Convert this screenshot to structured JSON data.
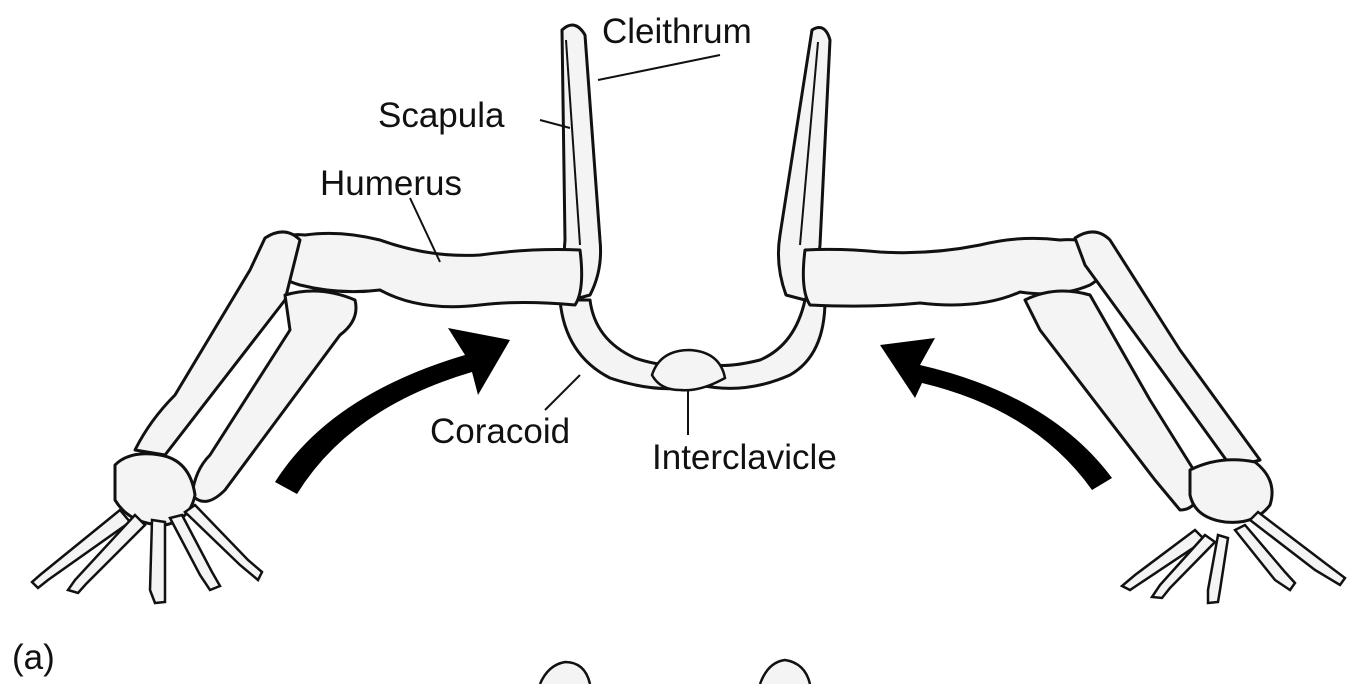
{
  "figure": {
    "panel_label": "(a)",
    "labels": {
      "cleithrum": "Cleithrum",
      "scapula": "Scapula",
      "humerus": "Humerus",
      "coracoid": "Coracoid",
      "interclavicle": "Interclavicle"
    },
    "colors": {
      "ink": "#111111",
      "bone_fill": "#f4f4f4",
      "arrow": "#000000",
      "background": "#ffffff"
    }
  }
}
